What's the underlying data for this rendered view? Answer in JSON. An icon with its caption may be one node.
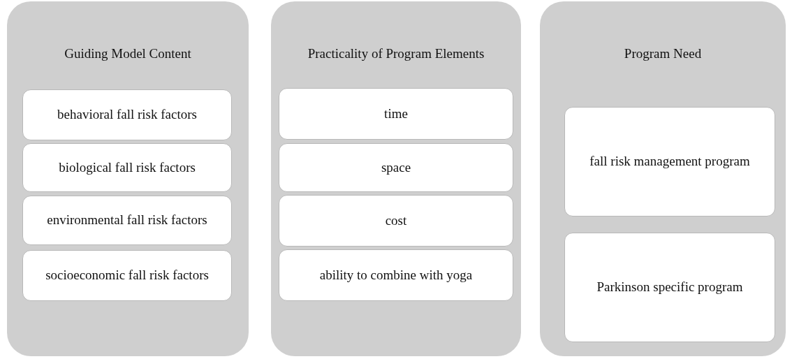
{
  "diagram": {
    "nodes": [
      {
        "text": [
          "Guiding Model Content"
        ]
      },
      {
        "text": [
          "behavioral fall risk factors"
        ],
        "in": 0
      },
      {
        "text": [
          "biological fall risk factors"
        ],
        "in": 0
      },
      {
        "text": [
          "environmental fall risk factors"
        ],
        "in": 0
      },
      {
        "text": [
          "socioeconomic fall risk factors"
        ],
        "in": 0
      },
      {
        "text": [
          "Practicality of Program Elements"
        ]
      },
      {
        "text": [
          "time"
        ],
        "in": 5
      },
      {
        "text": [
          "space"
        ],
        "in": 5
      },
      {
        "text": [
          "cost"
        ],
        "in": 5
      },
      {
        "text": [
          "ability to combine with yoga"
        ],
        "in": 5
      },
      {
        "text": [
          "Program Need"
        ]
      },
      {
        "text": [
          "fall risk management program"
        ],
        "in": 10
      },
      {
        "text": [
          "Parkinson specific program"
        ],
        "in": 10
      }
    ]
  }
}
